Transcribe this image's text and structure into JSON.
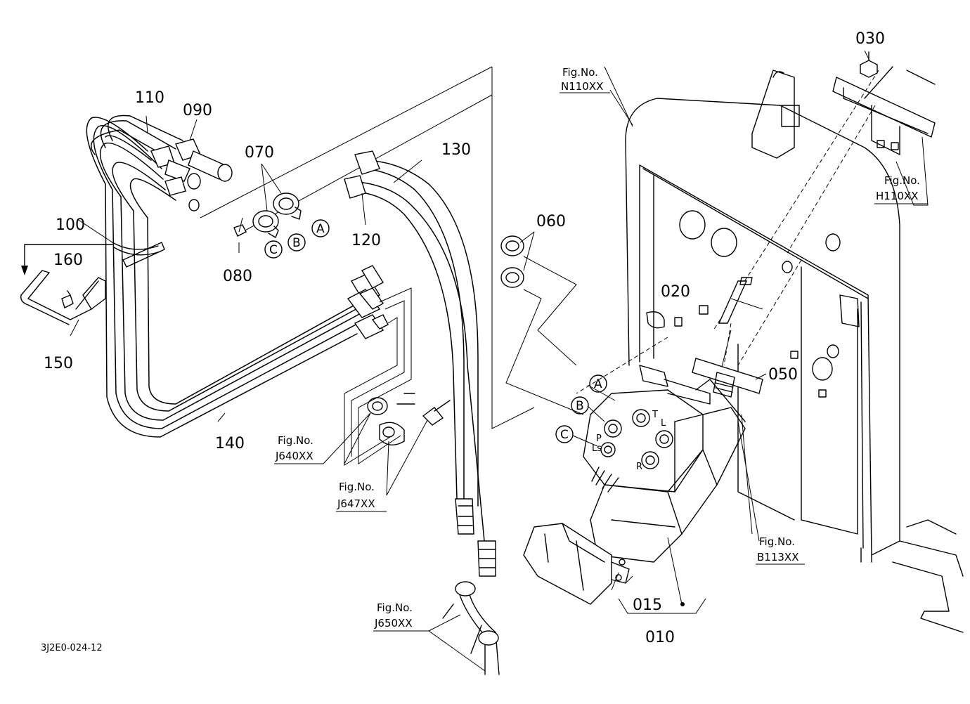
{
  "part_labels": {
    "p030": "030",
    "p110": "110",
    "p090": "090",
    "p070": "070",
    "p130": "130",
    "p060": "060",
    "p100": "100",
    "p160": "160",
    "p120": "120",
    "p080": "080",
    "p020": "020",
    "p150": "150",
    "p050": "050",
    "p140": "140",
    "p015": "015",
    "p010": "010"
  },
  "port_letters": {
    "a": "A",
    "b": "B",
    "c": "C"
  },
  "valve_marks": {
    "t": "T",
    "l": "L",
    "p": "P",
    "ls": "Ls",
    "r": "R"
  },
  "fig_refs": {
    "fig_prefix": "Fig.No.",
    "n110": "N110XX",
    "h110": "H110XX",
    "j640": "J640XX",
    "j647": "J647XX",
    "b113": "B113XX",
    "j650": "J650XX"
  },
  "drawing_code": "3J2E0-024-12"
}
